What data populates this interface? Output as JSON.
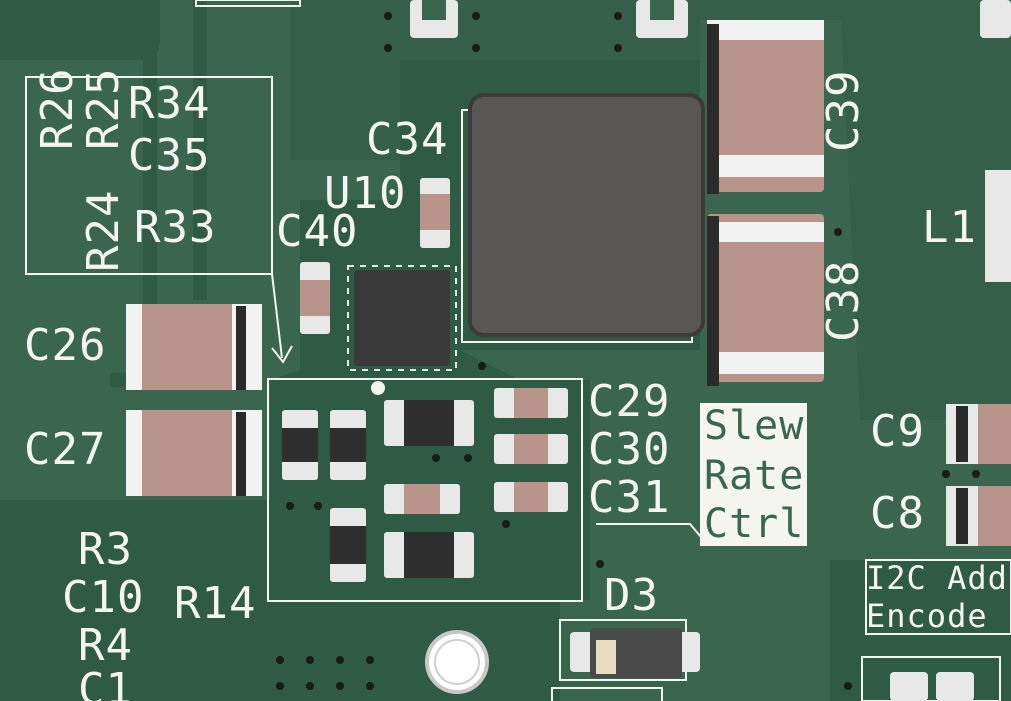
{
  "board": {
    "colors": {
      "soldermask": "#3a6650",
      "copper_pour": "#2f5a45",
      "silkscreen": "#f4f4f0",
      "capacitor_body": "#b8948a",
      "inductor_body": "#5a5656",
      "ic_body": "#3a3a3a",
      "pad": "#e8e8e8"
    }
  },
  "labels": {
    "r26": "R26",
    "r25": "R25",
    "r34": "R34",
    "c35": "C35",
    "r24": "R24",
    "r33": "R33",
    "c34": "C34",
    "u10": "U10",
    "c40": "C40",
    "c39": "C39",
    "c38": "C38",
    "l1": "L1",
    "c26": "C26",
    "c27": "C27",
    "c29": "C29",
    "c30": "C30",
    "c31": "C31",
    "slew_line1": "Slew",
    "slew_line2": "Rate",
    "slew_line3": "Ctrl.",
    "c9": "C9",
    "c8": "C8",
    "r3": "R3",
    "c10": "C10",
    "r14": "R14",
    "r4": "R4",
    "c1": "C1",
    "d3": "D3",
    "i2c_line1": "I2C Add",
    "i2c_line2": "Encode"
  }
}
